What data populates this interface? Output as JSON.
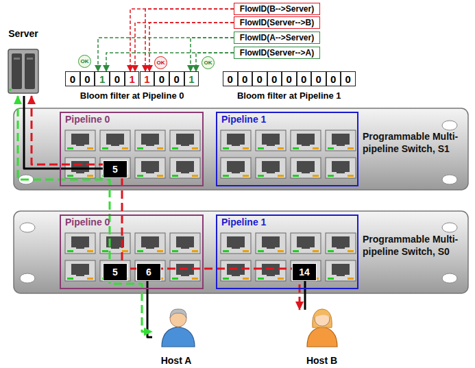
{
  "diagram": {
    "nodes": [
      {
        "text": [
          "FlowID(B-->Server)"
        ]
      },
      {
        "text": [
          "FlowID(Server-->B)"
        ]
      },
      {
        "text": [
          "FlowID(A-->Server)"
        ]
      },
      {
        "text": [
          "FlowID(Server-->A)"
        ]
      },
      {
        "text": [
          "Server"
        ]
      },
      {
        "text": [
          "OK"
        ]
      },
      {
        "text": [
          "OK"
        ]
      },
      {
        "text": [
          "OK"
        ]
      },
      {
        "text": [
          "Bloom filter at Pipeline 0"
        ]
      },
      {
        "text": [
          "0"
        ],
        "in": 8
      },
      {
        "text": [
          "0"
        ],
        "in": 8
      },
      {
        "text": [
          "1"
        ],
        "in": 8
      },
      {
        "text": [
          "0"
        ],
        "in": 8
      },
      {
        "text": [
          "1"
        ],
        "in": 8
      },
      {
        "text": [
          "1"
        ],
        "in": 8
      },
      {
        "text": [
          "0"
        ],
        "in": 8
      },
      {
        "text": [
          "0"
        ],
        "in": 8
      },
      {
        "text": [
          "1"
        ],
        "in": 8
      },
      {
        "text": [
          "Bloom filter at Pipeline 1"
        ]
      },
      {
        "text": [
          "0"
        ],
        "in": 18
      },
      {
        "text": [
          "0"
        ],
        "in": 18
      },
      {
        "text": [
          "0"
        ],
        "in": 18
      },
      {
        "text": [
          "0"
        ],
        "in": 18
      },
      {
        "text": [
          "0"
        ],
        "in": 18
      },
      {
        "text": [
          "0"
        ],
        "in": 18
      },
      {
        "text": [
          "0"
        ],
        "in": 18
      },
      {
        "text": [
          "0"
        ],
        "in": 18
      },
      {
        "text": [
          "0"
        ],
        "in": 18
      },
      {
        "text": [
          "Programmable Multi-pipeline Switch, S1"
        ]
      },
      {
        "text": [
          "Pipeline 0"
        ],
        "in": 28
      },
      {
        "text": [
          "5"
        ],
        "in": 29
      },
      {
        "text": [
          "Pipeline 1"
        ],
        "in": 28
      },
      {
        "text": [
          "Programmable Multi-pipeline Switch, S0"
        ]
      },
      {
        "text": [
          "Pipeline 0"
        ],
        "in": 32
      },
      {
        "text": [
          "5"
        ],
        "in": 33
      },
      {
        "text": [
          "6"
        ],
        "in": 33
      },
      {
        "text": [
          "Pipeline 1"
        ],
        "in": 32
      },
      {
        "text": [
          "14"
        ],
        "in": 36
      },
      {
        "text": [
          "Host A"
        ]
      },
      {
        "text": [
          "Host B"
        ]
      }
    ],
    "edges": [
      {
        "from": 0,
        "to": 13,
        "arrow": "to"
      },
      {
        "from": 0,
        "to": 14,
        "arrow": "to"
      },
      {
        "from": 1,
        "to": 13,
        "arrow": "to"
      },
      {
        "from": 1,
        "to": 14,
        "arrow": "to"
      },
      {
        "from": 2,
        "to": 11,
        "arrow": "to"
      },
      {
        "from": 2,
        "to": 17,
        "arrow": "to"
      },
      {
        "from": 3,
        "to": 11,
        "arrow": "to"
      },
      {
        "from": 3,
        "to": 17,
        "arrow": "to"
      },
      {
        "from": 4,
        "to": 30,
        "arrow": "none"
      },
      {
        "from": 35,
        "to": 38,
        "arrow": "none"
      },
      {
        "from": 37,
        "to": 39,
        "arrow": "none"
      },
      {
        "from": 4,
        "to": 38,
        "arrow": "both"
      },
      {
        "from": 4,
        "to": 39,
        "arrow": "both"
      }
    ]
  }
}
